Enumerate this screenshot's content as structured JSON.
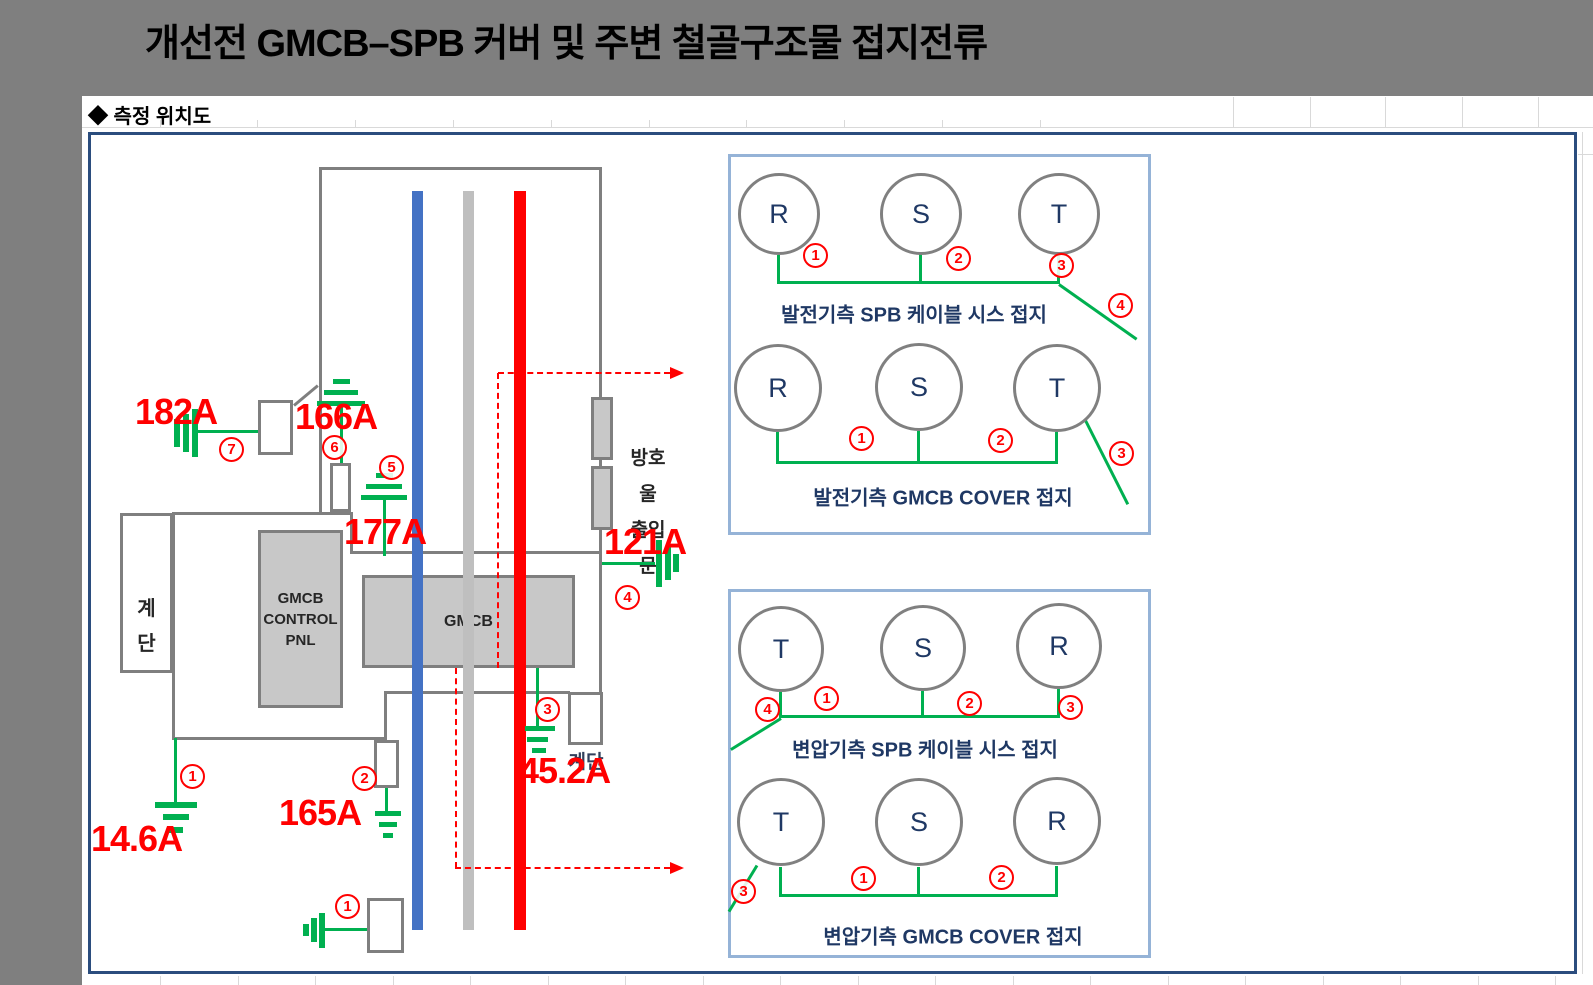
{
  "window": {
    "title": "개선전 GMCB–SPB 커버 및 주변 철골구조물 접지전류",
    "section_header": "◆ 측정 위치도"
  },
  "colors": {
    "page_background": "#7F7F7F",
    "ground_green": "#00B050",
    "measurement_red": "#FF0000",
    "bus_blue": "#4472C4",
    "bus_gray": "#BFBFBF",
    "bus_red": "#FF0000",
    "outline_gray": "#7F7F7F",
    "box_fill_gray": "#C8C8C8",
    "panel_border_blue": "#95B3D7",
    "frame_border_navy": "#2B4D7E",
    "label_navy": "#1F3864"
  },
  "diagram": {
    "structures": {
      "control_panel": "GMCB\nCONTROL\nPNL",
      "gmcb": "GMCB",
      "stairs_left": "계\n단",
      "stairs_right": "계단",
      "fence_gate": "방호\n울\n출입\n문"
    },
    "grounds": [
      {
        "num": "7",
        "current": "182A"
      },
      {
        "num": "6",
        "current": "166A"
      },
      {
        "num": "5",
        "current": "177A"
      },
      {
        "num": "4",
        "current": "121A"
      },
      {
        "num": "3",
        "current": "45.2A"
      },
      {
        "num": "2",
        "current": "165A"
      },
      {
        "num": "1",
        "current": "14.6A"
      },
      {
        "num": "1",
        "current": ""
      }
    ],
    "bus_bars": [
      {
        "name": "blue-bus",
        "color": "#4472C4"
      },
      {
        "name": "gray-bus",
        "color": "#BFBFBF"
      },
      {
        "name": "red-bus",
        "color": "#FF0000"
      }
    ]
  },
  "panels": [
    {
      "name": "generator-side",
      "groups": [
        {
          "phases": [
            "R",
            "S",
            "T"
          ],
          "markers": [
            "1",
            "2",
            "3",
            "4"
          ],
          "label": "발전기측 SPB 케이블 시스 접지"
        },
        {
          "phases": [
            "R",
            "S",
            "T"
          ],
          "markers": [
            "1",
            "2",
            "3"
          ],
          "label": "발전기측 GMCB COVER 접지"
        }
      ]
    },
    {
      "name": "transformer-side",
      "groups": [
        {
          "phases": [
            "T",
            "S",
            "R"
          ],
          "markers": [
            "4",
            "1",
            "2",
            "3"
          ],
          "label": "변압기측 SPB 케이블 시스 접지"
        },
        {
          "phases": [
            "T",
            "S",
            "R"
          ],
          "markers": [
            "3",
            "1",
            "2"
          ],
          "label": "변압기측 GMCB COVER 접지"
        }
      ]
    }
  ]
}
